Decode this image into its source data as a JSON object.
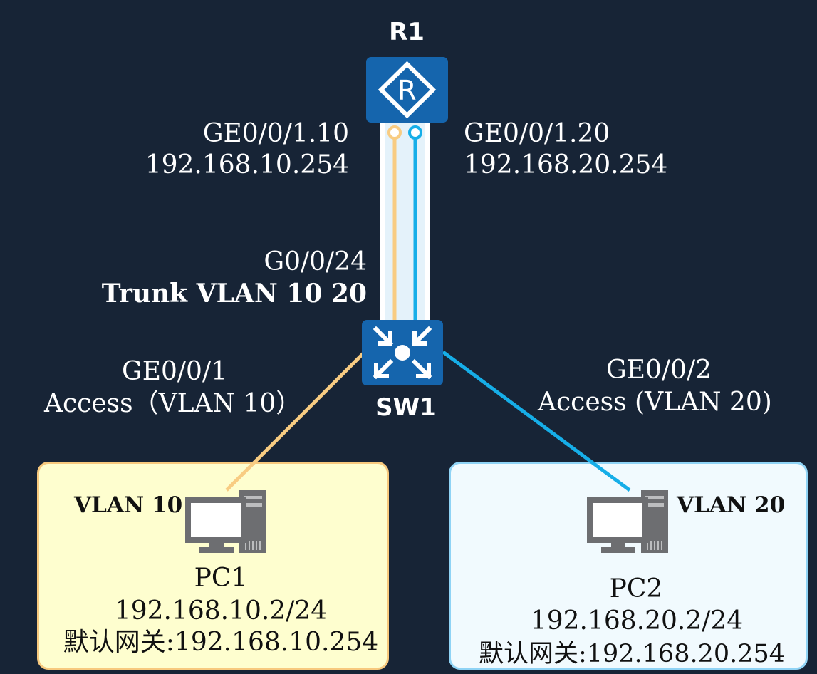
{
  "colors": {
    "background": "#172436",
    "vlan10_link": "#f8cc82",
    "vlan20_link": "#16aee8",
    "device_blue": "#1565ad",
    "pc_gray": "#6d6e71",
    "box_yellow": "#fefecf",
    "box_blue": "#f1fafe"
  },
  "router": {
    "name": "R1",
    "icon": "router-icon",
    "sub_left": {
      "port": "GE0/0/1.10",
      "ip": "192.168.10.254"
    },
    "sub_right": {
      "port": "GE0/0/1.20",
      "ip": "192.168.20.254"
    }
  },
  "switch": {
    "name": "SW1",
    "icon": "switch-icon",
    "uplink": {
      "port": "G0/0/24",
      "mode": "Trunk VLAN 10 20"
    },
    "port_left": {
      "port": "GE0/0/1",
      "mode": "Access（VLAN 10）"
    },
    "port_right": {
      "port": "GE0/0/2",
      "mode": "Access (VLAN 20)"
    }
  },
  "pc1": {
    "vlan": "VLAN 10",
    "name": "PC1",
    "ip": "192.168.10.2/24",
    "gateway": "默认网关:192.168.10.254",
    "icon": "pc-icon"
  },
  "pc2": {
    "vlan": "VLAN 20",
    "name": "PC2",
    "ip": "192.168.20.2/24",
    "gateway": "默认网关:192.168.20.254",
    "icon": "pc-icon"
  }
}
